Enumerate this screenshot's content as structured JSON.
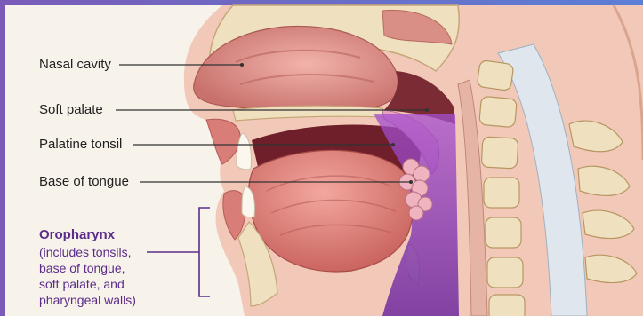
{
  "labels": {
    "nasal_cavity": "Nasal cavity",
    "soft_palate": "Soft palate",
    "palatine_tonsil": "Palatine tonsil",
    "base_of_tongue": "Base of tongue"
  },
  "oropharynx": {
    "title": "Oropharynx",
    "lines": [
      "(includes tonsils,",
      "base of tongue,",
      "soft palate, and",
      "pharyngeal walls)"
    ]
  },
  "colors": {
    "frame_gradient_start": "#7a5bb8",
    "frame_gradient_end": "#5b7fd6",
    "oropharynx_highlight": "#8a3fb8",
    "oropharynx_text": "#5b2c8a",
    "leader_line": "#333333",
    "tissue_pink": "#e8a2a2",
    "muscle_red": "#d67a74",
    "bone_cream": "#efe0bf"
  }
}
